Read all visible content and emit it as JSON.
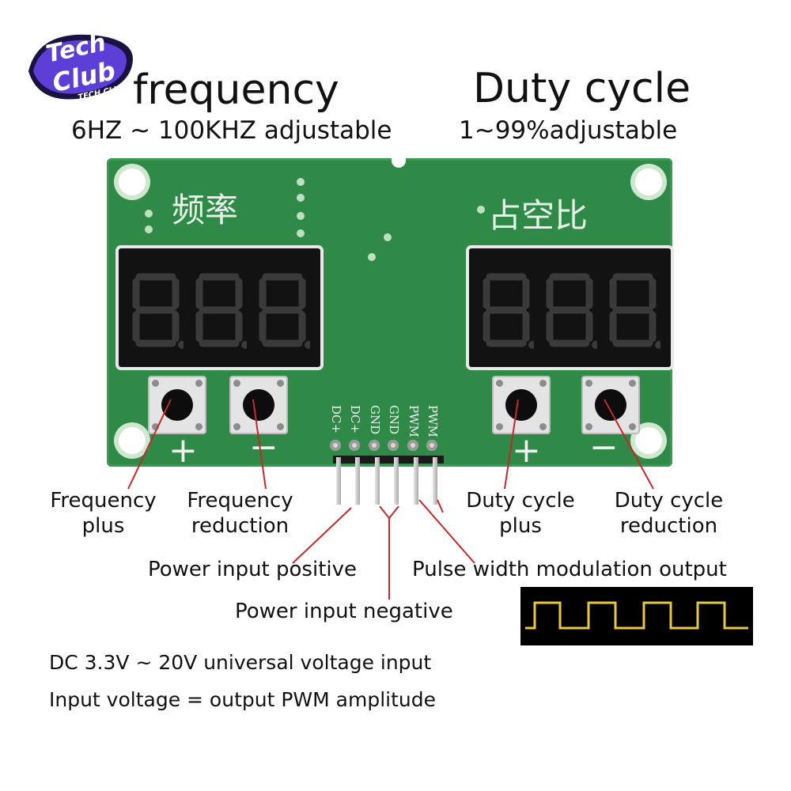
{
  "logo": {
    "line1": "Tech",
    "line2": "Club",
    "tag": "TECH CLUB"
  },
  "headline_left": {
    "title": "frequency",
    "subtitle": "6HZ ~ 100KHZ adjustable"
  },
  "headline_right": {
    "title": "Duty cycle",
    "subtitle": "1~99%adjustable"
  },
  "board": {
    "label_frequency": "频率",
    "label_duty": "占空比",
    "plus_symbol": "+",
    "minus_symbol": "−",
    "pins": [
      "DC+",
      "DC+",
      "GND",
      "GND",
      "PWM",
      "PWM"
    ],
    "pcb_color": "#2e8a46"
  },
  "callouts": {
    "frequency_plus": [
      "Frequency",
      "plus"
    ],
    "frequency_reduction": [
      "Frequency",
      "reduction"
    ],
    "duty_plus": [
      "Duty cycle",
      "plus"
    ],
    "duty_reduction": [
      "Duty cycle",
      "reduction"
    ],
    "power_positive": "Power input positive",
    "power_negative": "Power input negative",
    "pwm_output": "Pulse width modulation output",
    "line_color": "#c62828"
  },
  "waveform": {
    "background": "#000000",
    "line_color": "#e8c840"
  },
  "notes": {
    "line1": "DC 3.3V ~ 20V universal voltage input",
    "line2": "Input voltage = output PWM amplitude"
  }
}
